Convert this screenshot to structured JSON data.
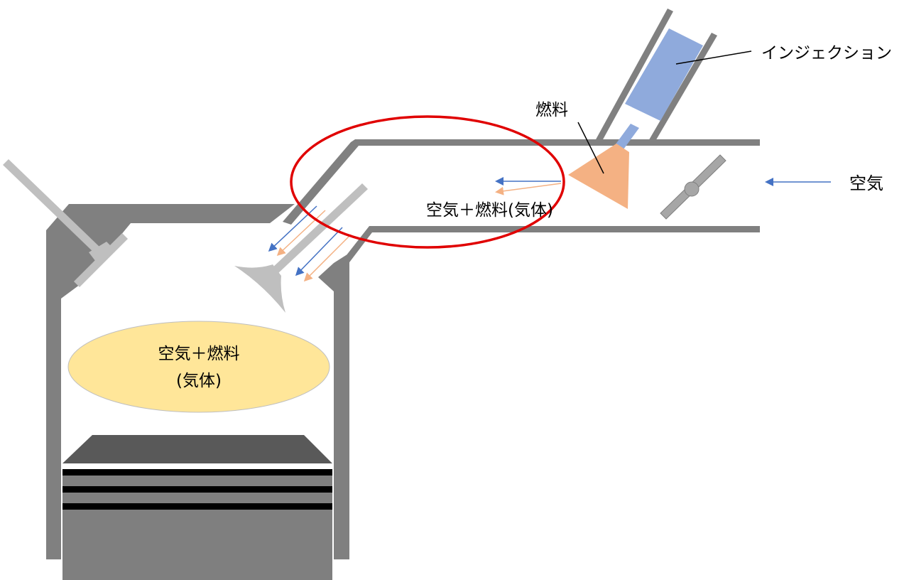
{
  "labels": {
    "injection": "インジェクション",
    "fuel": "燃料",
    "air": "空気",
    "mixture_port": "空気＋燃料(気体)",
    "mixture_chamber_line1": "空気＋燃料",
    "mixture_chamber_line2": "(気体)"
  },
  "colors": {
    "wall": "#808080",
    "wall_light": "#bfbfbf",
    "injector_body": "#8faadc",
    "fuel_spray": "#f4b183",
    "mixture_fill": "#ffe699",
    "air_arrow": "#4472c4",
    "fuel_arrow": "#f4b183",
    "highlight_ring": "#e00000",
    "piston": "#7f7f7f",
    "piston_top": "#595959",
    "piston_ring": "#000000"
  },
  "icons": {
    "throttle": "throttle-valve-icon",
    "intake_valve": "intake-valve-icon",
    "exhaust_valve": "exhaust-valve-icon"
  }
}
